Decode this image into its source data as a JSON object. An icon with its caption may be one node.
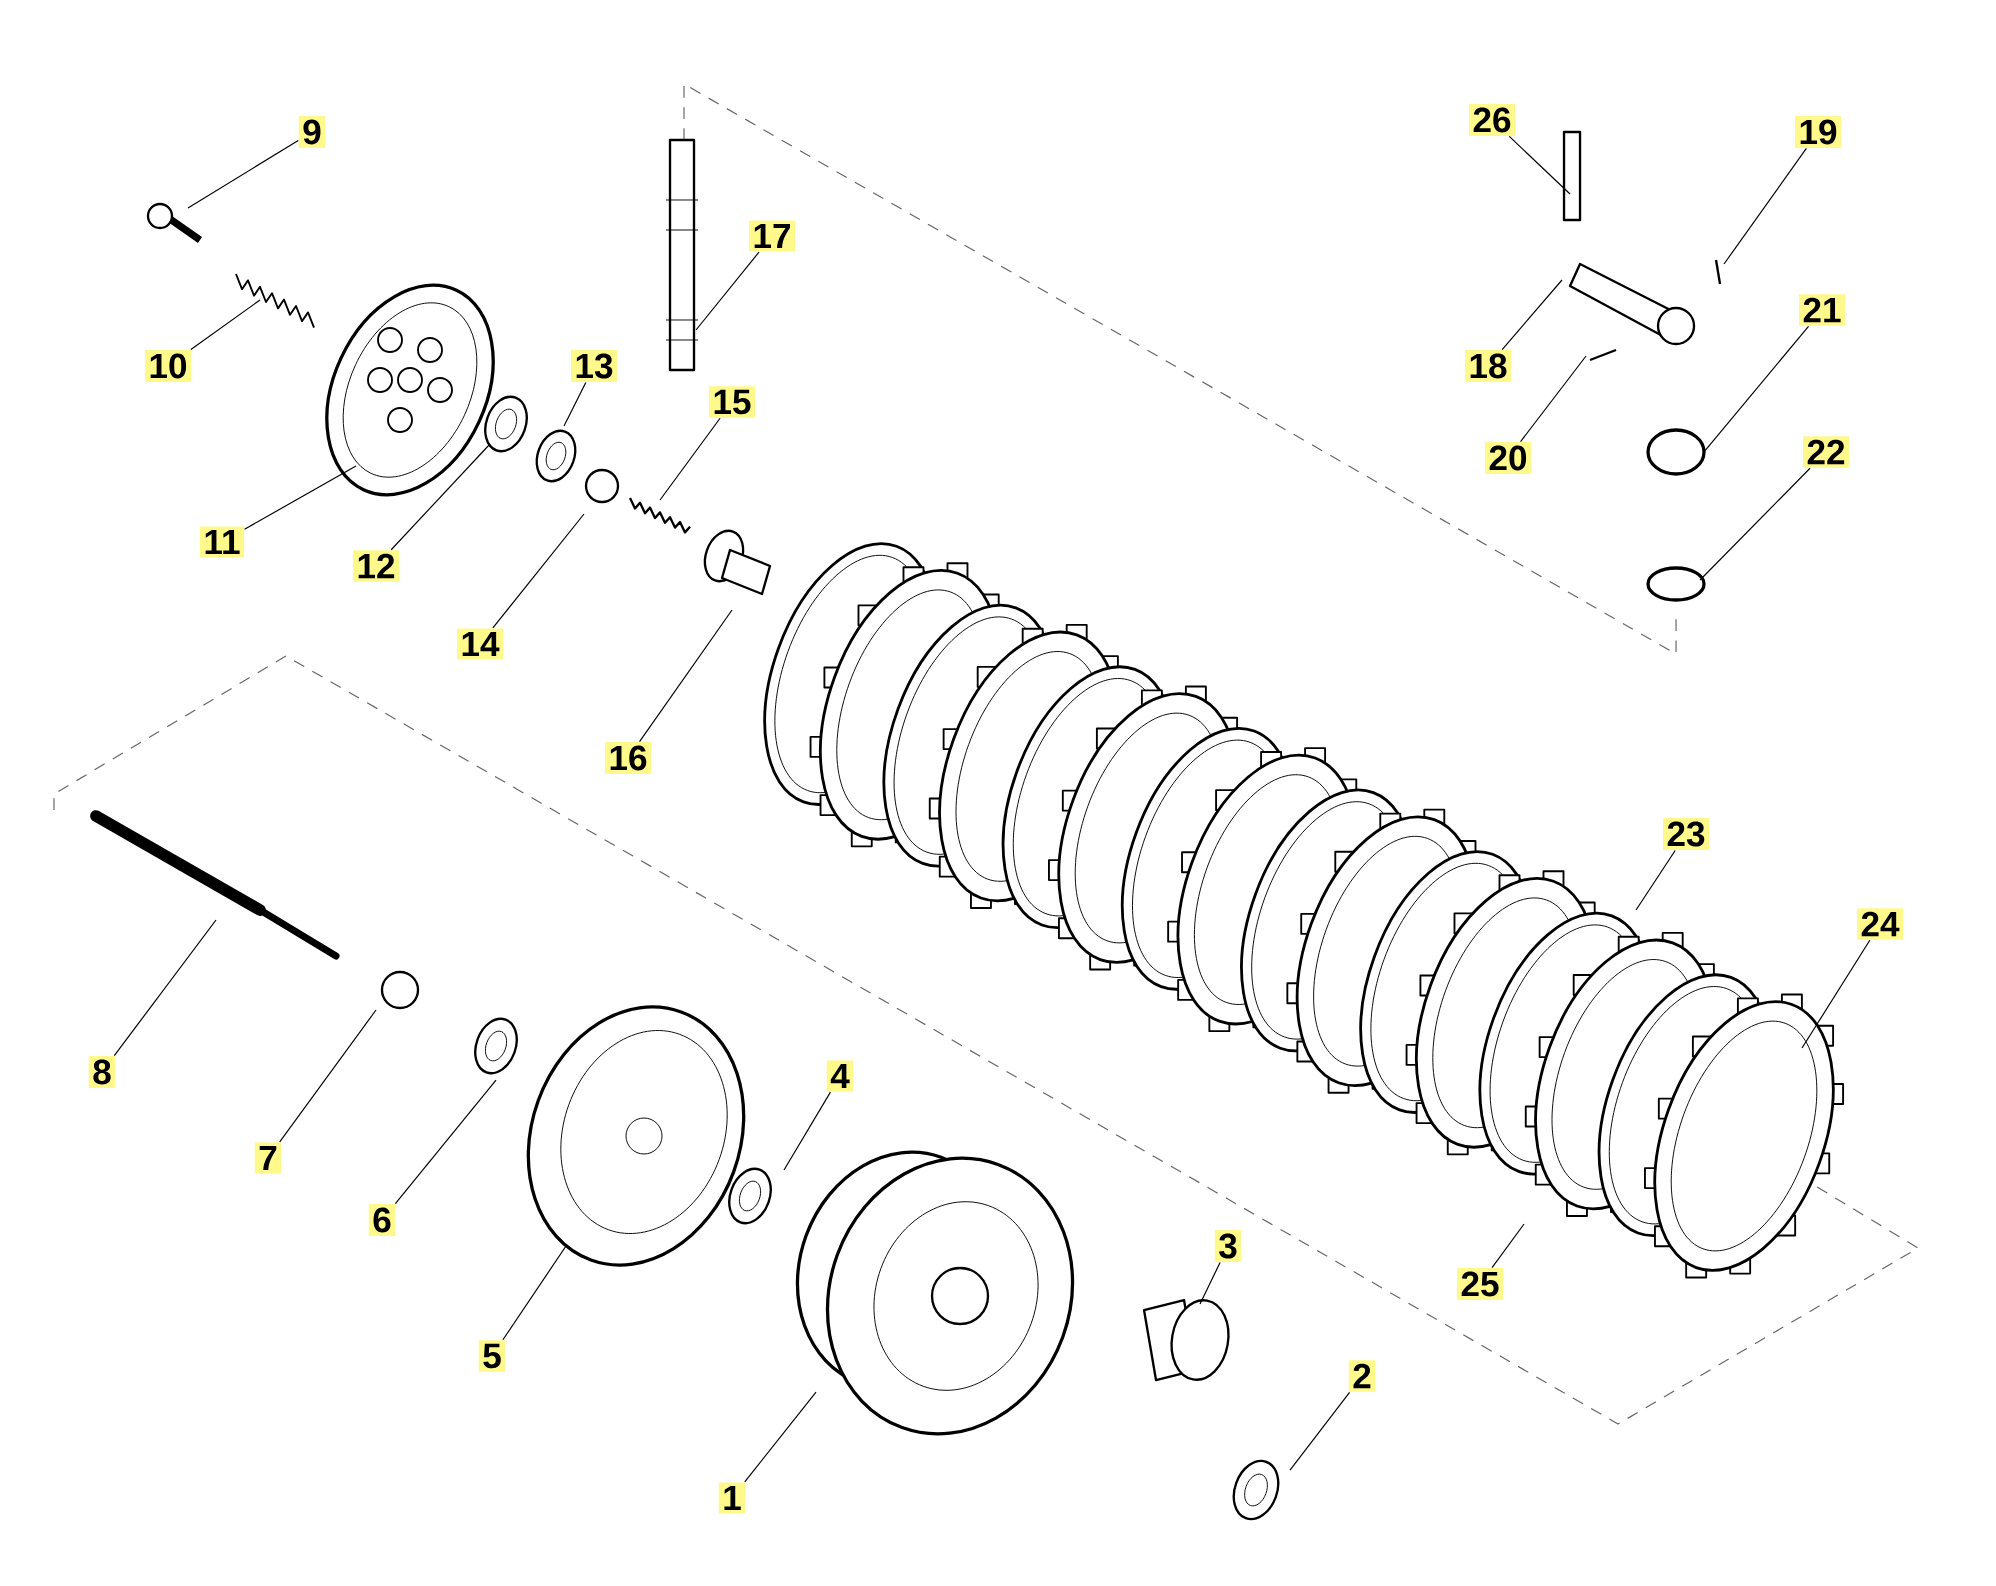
{
  "diagram": {
    "nodes": [
      {
        "text": [
          "26"
        ]
      },
      {
        "text": [
          "9"
        ]
      },
      {
        "text": [
          "19"
        ]
      },
      {
        "text": [
          "17"
        ]
      },
      {
        "text": [
          "21"
        ]
      },
      {
        "text": [
          "10"
        ]
      },
      {
        "text": [
          "13"
        ]
      },
      {
        "text": [
          "18"
        ]
      },
      {
        "text": [
          "15"
        ]
      },
      {
        "text": [
          "20"
        ]
      },
      {
        "text": [
          "22"
        ]
      },
      {
        "text": [
          "11"
        ]
      },
      {
        "text": [
          "12"
        ]
      },
      {
        "text": [
          "14"
        ]
      },
      {
        "text": [
          "16"
        ]
      },
      {
        "text": [
          "23"
        ]
      },
      {
        "text": [
          "24"
        ]
      },
      {
        "text": [
          "8"
        ]
      },
      {
        "text": [
          "4"
        ]
      },
      {
        "text": [
          "7"
        ]
      },
      {
        "text": [
          "6"
        ]
      },
      {
        "text": [
          "3"
        ]
      },
      {
        "text": [
          "25"
        ]
      },
      {
        "text": [
          "5"
        ]
      },
      {
        "text": [
          "2"
        ]
      },
      {
        "text": [
          "1"
        ]
      }
    ],
    "edges": [
      {
        "from": 0,
        "to": null,
        "arrow": "none"
      },
      {
        "from": 1,
        "to": null,
        "arrow": "none"
      },
      {
        "from": 2,
        "to": null,
        "arrow": "none"
      },
      {
        "from": 3,
        "to": null,
        "arrow": "none"
      },
      {
        "from": 4,
        "to": null,
        "arrow": "none"
      },
      {
        "from": 5,
        "to": null,
        "arrow": "none"
      },
      {
        "from": 6,
        "to": null,
        "arrow": "none"
      },
      {
        "from": 7,
        "to": null,
        "arrow": "none"
      },
      {
        "from": 8,
        "to": null,
        "arrow": "none"
      },
      {
        "from": 9,
        "to": null,
        "arrow": "none"
      },
      {
        "from": 10,
        "to": null,
        "arrow": "none"
      },
      {
        "from": 11,
        "to": null,
        "arrow": "none"
      },
      {
        "from": 12,
        "to": null,
        "arrow": "none"
      },
      {
        "from": 13,
        "to": null,
        "arrow": "none"
      },
      {
        "from": 14,
        "to": null,
        "arrow": "none"
      },
      {
        "from": 15,
        "to": null,
        "arrow": "none"
      },
      {
        "from": 16,
        "to": null,
        "arrow": "none"
      },
      {
        "from": 17,
        "to": null,
        "arrow": "none"
      },
      {
        "from": 18,
        "to": null,
        "arrow": "none"
      },
      {
        "from": 19,
        "to": null,
        "arrow": "none"
      },
      {
        "from": 20,
        "to": null,
        "arrow": "none"
      },
      {
        "from": 21,
        "to": null,
        "arrow": "none"
      },
      {
        "from": 22,
        "to": null,
        "arrow": "none"
      },
      {
        "from": 23,
        "to": null,
        "arrow": "none"
      },
      {
        "from": 24,
        "to": null,
        "arrow": "none"
      },
      {
        "from": 25,
        "to": null,
        "arrow": "none"
      }
    ]
  }
}
